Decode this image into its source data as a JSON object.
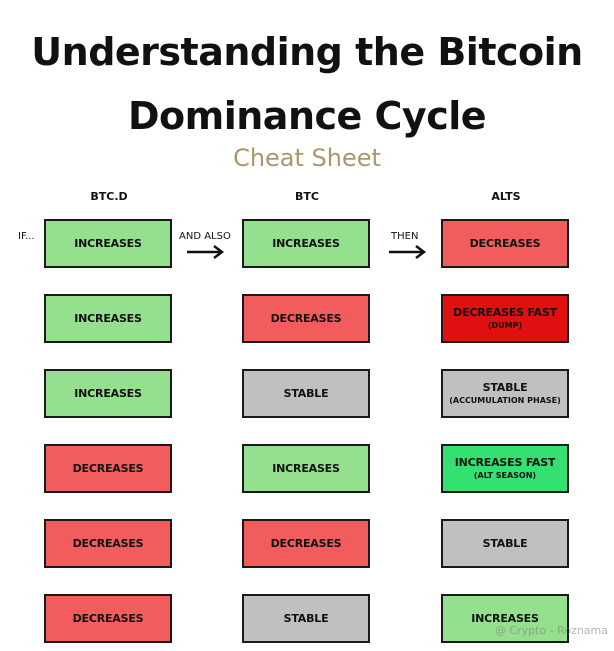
{
  "title_line1": "Understanding the Bitcoin",
  "title_line2": "Dominance Cycle",
  "subtitle": "Cheat Sheet",
  "columns": [
    "BTC.D",
    "BTC",
    "ALTS"
  ],
  "labels": {
    "if": "IF...",
    "and_also": "AND ALSO",
    "then": "THEN"
  },
  "colors": {
    "green": "#94e08e",
    "red": "#f25c5c",
    "gray": "#c0c0c0",
    "dark_red": "#e01010",
    "bright_green": "#33e070"
  },
  "rows": [
    {
      "btcd": {
        "text": "INCREASES",
        "color": "green"
      },
      "btc": {
        "text": "INCREASES",
        "color": "green"
      },
      "alts": {
        "text": "DECREASES",
        "sub": "",
        "color": "red"
      }
    },
    {
      "btcd": {
        "text": "INCREASES",
        "color": "green"
      },
      "btc": {
        "text": "DECREASES",
        "color": "red"
      },
      "alts": {
        "text": "DECREASES FAST",
        "sub": "(DUMP)",
        "color": "dark_red"
      }
    },
    {
      "btcd": {
        "text": "INCREASES",
        "color": "green"
      },
      "btc": {
        "text": "STABLE",
        "color": "gray"
      },
      "alts": {
        "text": "STABLE",
        "sub": "(ACCUMULATION PHASE)",
        "color": "gray"
      }
    },
    {
      "btcd": {
        "text": "DECREASES",
        "color": "red"
      },
      "btc": {
        "text": "INCREASES",
        "color": "green"
      },
      "alts": {
        "text": "INCREASES FAST",
        "sub": "(ALT SEASON)",
        "color": "bright_green"
      }
    },
    {
      "btcd": {
        "text": "DECREASES",
        "color": "red"
      },
      "btc": {
        "text": "DECREASES",
        "color": "red"
      },
      "alts": {
        "text": "STABLE",
        "sub": "",
        "color": "gray"
      }
    },
    {
      "btcd": {
        "text": "DECREASES",
        "color": "red"
      },
      "btc": {
        "text": "STABLE",
        "color": "gray"
      },
      "alts": {
        "text": "INCREASES",
        "sub": "",
        "color": "green"
      }
    }
  ],
  "watermark": "@ Crypto - Roznama"
}
